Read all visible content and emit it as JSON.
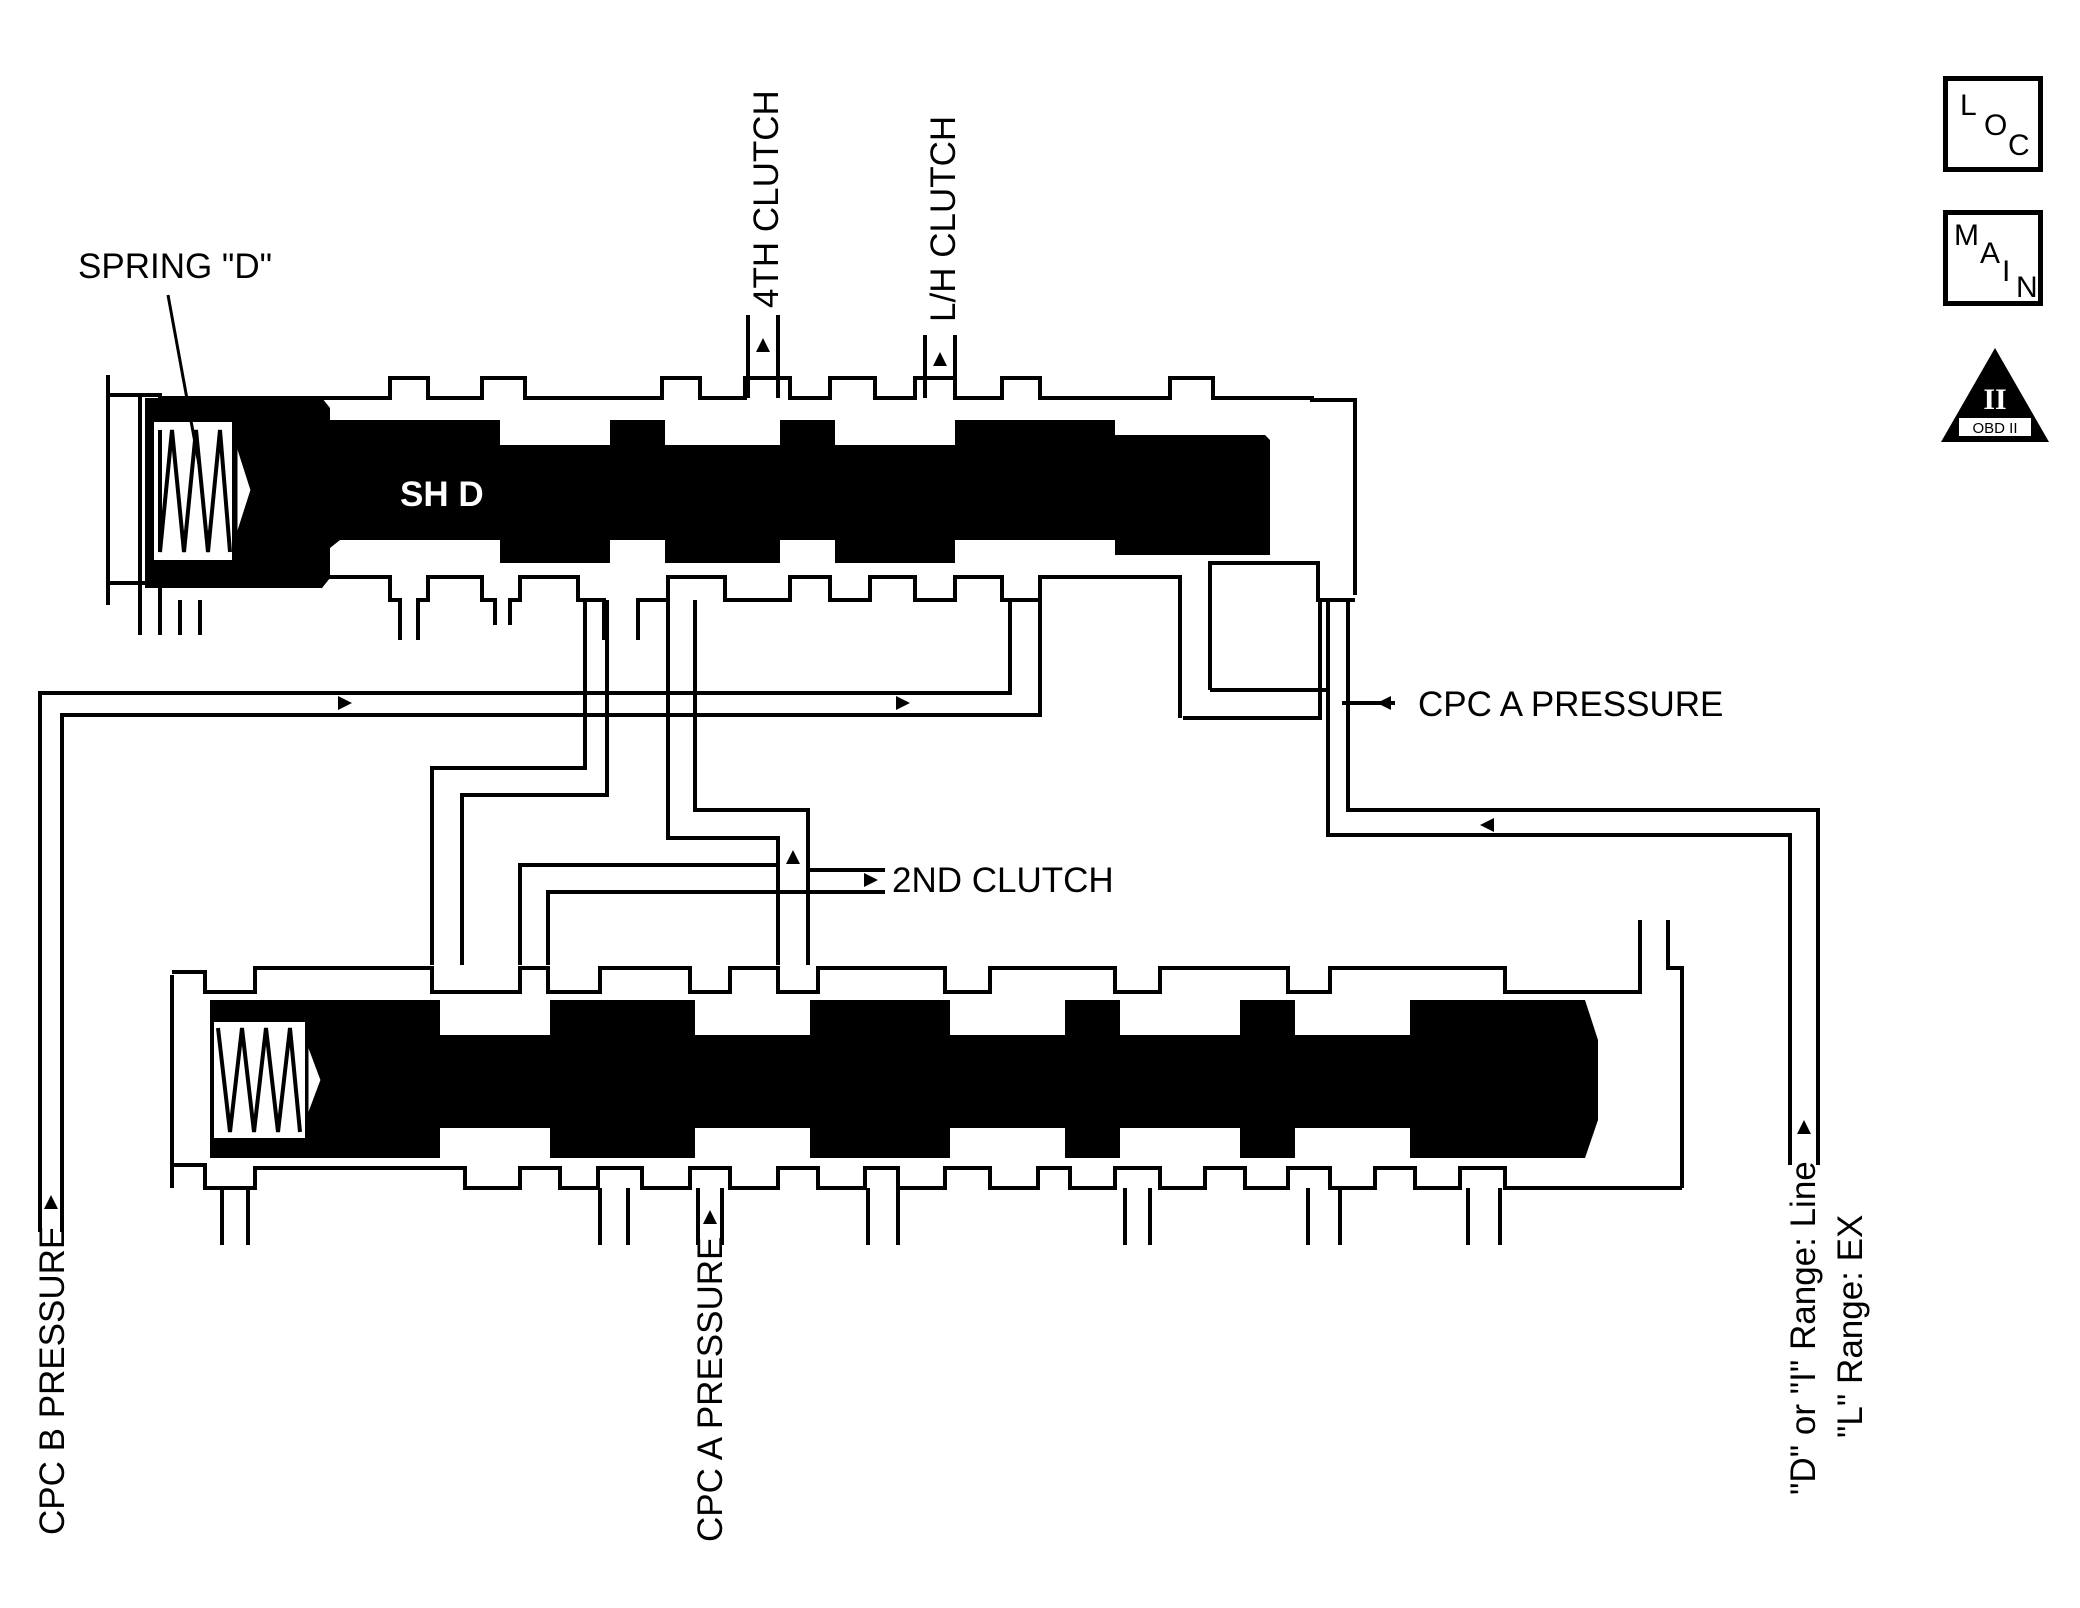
{
  "diagram": {
    "spring_label": "SPRING \"D\"",
    "valve_label": "SH D",
    "port_4th_clutch": "4TH CLUTCH",
    "port_lh_clutch": "L/H CLUTCH",
    "port_cpc_a_pressure_right": "CPC A PRESSURE",
    "port_2nd_clutch": "2ND CLUTCH",
    "port_cpc_b_pressure": "CPC B PRESSURE",
    "port_cpc_a_pressure_bottom": "CPC A PRESSURE",
    "range_note_line1": "\"D\" or \"I\" Range: Line",
    "range_note_line2": "\"L\" Range: EX"
  },
  "nav": {
    "loc": {
      "letters": [
        "L",
        "O",
        "C"
      ]
    },
    "main": {
      "letters": [
        "M",
        "A",
        "I",
        "N"
      ]
    },
    "obd": {
      "numeral": "II",
      "label": "OBD II"
    }
  },
  "colors": {
    "ink": "#000000",
    "paper": "#ffffff"
  }
}
